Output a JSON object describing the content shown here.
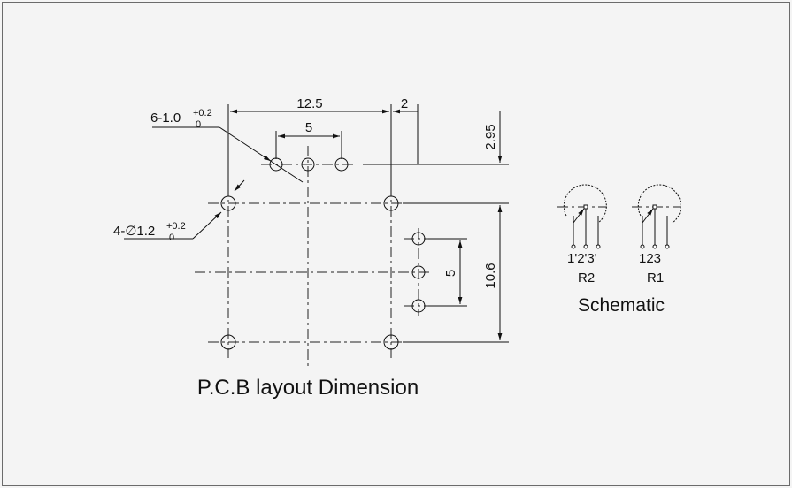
{
  "pcb": {
    "dim_width": "12.5",
    "dim_pin_spacing": "5",
    "dim_offset": "2",
    "dim_top": "2.95",
    "dim_height": "10.6",
    "dim_side_spacing": "5",
    "hole_small_label": "6-1.0",
    "hole_small_tol_upper": "+0.2",
    "hole_small_tol_lower": "0",
    "hole_large_label": "4-∅1.2",
    "hole_large_tol_upper": "+0.2",
    "hole_large_tol_lower": "0",
    "caption": "P.C.B layout Dimension"
  },
  "schematic": {
    "r2_pins": "1'2'3'",
    "r2_label": "R2",
    "r1_pins": "123",
    "r1_label": "R1",
    "caption": "Schematic"
  }
}
